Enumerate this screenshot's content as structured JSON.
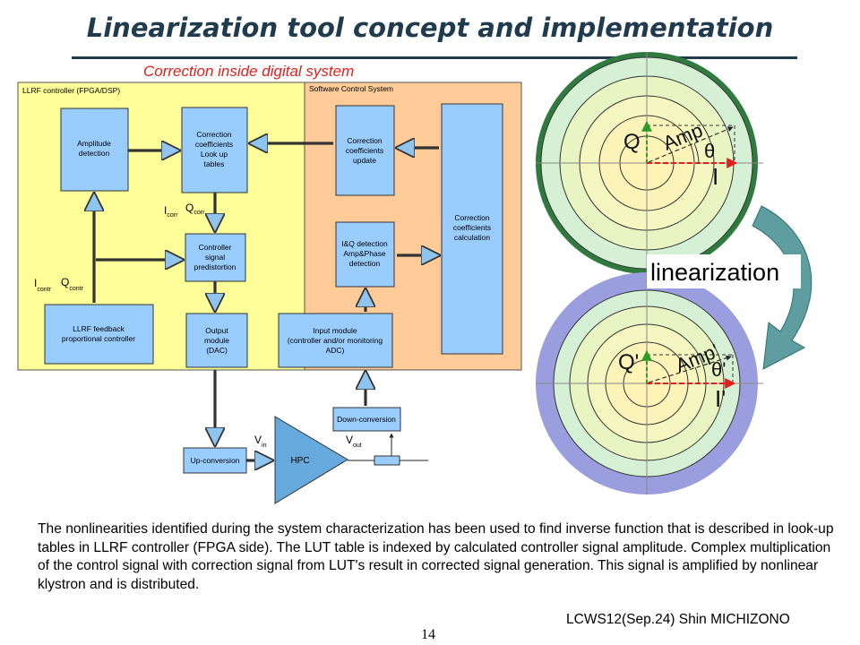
{
  "title": "Linearization tool concept and implementation",
  "subtitle": "Correction inside digital system",
  "diagram": {
    "llrf_label": "LLRF controller (FPGA/DSP)",
    "software_label": "Software Control System",
    "boxes": {
      "amplitude_detection": [
        "Amplitude",
        "detection"
      ],
      "correction_lut": [
        "Correction",
        "coefficients",
        "Look up",
        "tables"
      ],
      "controller_predistortion": [
        "Controller",
        "signal",
        "predistortion"
      ],
      "llrf_feedback": [
        "LLRF feedback",
        "proportional controller"
      ],
      "output_module": [
        "Output",
        "module",
        "(DAC)"
      ],
      "input_module": [
        "Input module",
        "(controller and/or monitoring",
        "ADC)"
      ],
      "correction_update": [
        "Correction",
        "coefficients",
        "update"
      ],
      "iq_detection": [
        "I&Q detection",
        "Amp&Phase",
        "detection"
      ],
      "correction_calc": [
        "Correction",
        "coefficients",
        "calculation"
      ],
      "up_conversion": [
        "Up-conversion"
      ],
      "down_conversion": [
        "Down-conversion"
      ],
      "hpc": "HPC"
    },
    "signals": {
      "i_corr": "I",
      "i_corr_sub": "corr",
      "q_corr": "Q",
      "q_corr_sub": "corr",
      "i_contr": "I",
      "i_contr_sub": "contr",
      "q_contr": "Q",
      "q_contr_sub": "contr",
      "v_in": "V",
      "v_in_sub": "in",
      "v_out": "V",
      "v_out_sub": "out"
    }
  },
  "iq_plot_top": {
    "q": "Q",
    "amp": "Amp",
    "theta": "θ",
    "i": "I"
  },
  "iq_plot_bottom": {
    "q": "Q'",
    "amp": "Amp'",
    "theta": "θ'",
    "i": "I'"
  },
  "linearization_label": "linearization",
  "colors": {
    "llrf_bg": "#ffff99",
    "software_bg": "#ffcc99",
    "box_fill": "#99ccff",
    "hpc_fill": "#66aadd",
    "i_vector": "#e0201c",
    "q_vector": "#2a9d2a",
    "arrow_fill": "#5f9ea0"
  },
  "body_text": "The nonlinearities identified during the system characterization has been used to find inverse function that is described in look-up tables in LLRF controller (FPGA side). The LUT table is indexed by calculated controller signal amplitude. Complex multiplication of the control signal with correction signal from LUT's result in corrected signal generation. This signal is amplified by nonlinear klystron and is distributed.",
  "credit": "LCWS12(Sep.24) Shin MICHIZONO",
  "page_number": "14"
}
